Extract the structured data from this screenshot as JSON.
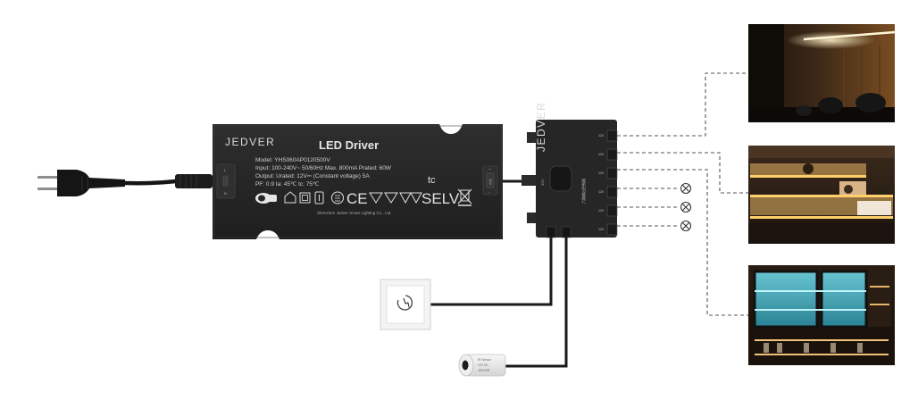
{
  "driver": {
    "brand": "JEDVER",
    "title": "LED Driver",
    "model": "Model: YHS060AP0120500V",
    "input": "Input: 100-240V~ 50/60Hz Max. 800mA  Prated: 60W",
    "output": "Output: Urated: 12V⎓ (Constant voltage)   5A",
    "pf": "PF: 0.9  ta: 45℃  tc: 75℃",
    "tc_mark": "tc",
    "selv": "SELV",
    "ce": "CE",
    "manufacturer": "Shenzhen Jedver Smart Lighting Co., Ltd.",
    "input_terminal": {
      "l": "L",
      "n": "N"
    },
    "output_terminal": {
      "plus": "+",
      "voltage": "12V",
      "minus": "-"
    }
  },
  "hub": {
    "brand": "JEDVER",
    "voltage": "12V",
    "side_text": "六路输出控制器",
    "port_label": "12V",
    "ports": 6
  },
  "sensor": {
    "line1": "IR Sensor",
    "line2": "12V DC",
    "line3": "JEDVER"
  },
  "colors": {
    "device": "#262626",
    "cable": "#1a1a1a",
    "dashed": "#555555"
  }
}
